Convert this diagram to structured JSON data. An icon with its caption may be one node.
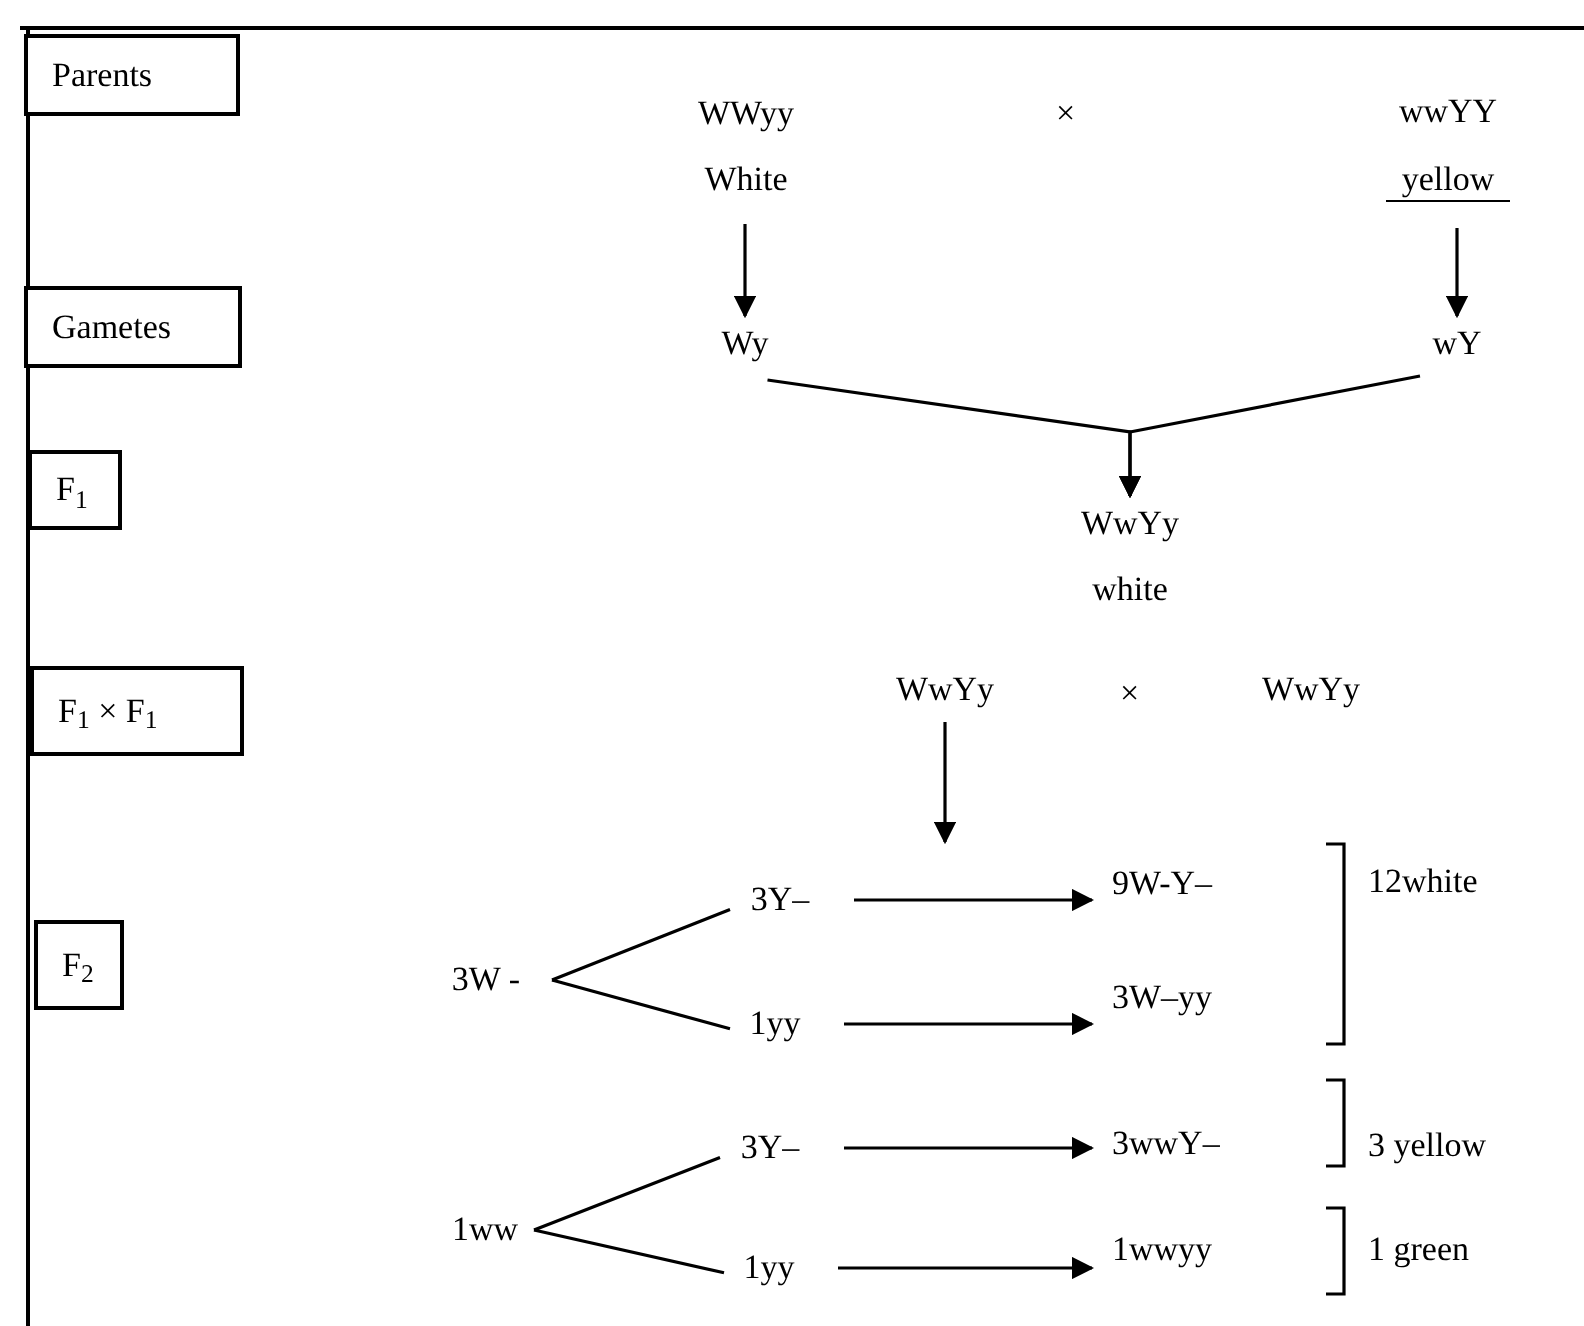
{
  "diagram": {
    "nodes": [
      {
        "text": [
          "Parents"
        ]
      },
      {
        "text": [
          "Gametes"
        ]
      },
      {
        "text": [
          "F$_{1}$"
        ]
      },
      {
        "text": [
          "F$_{1}$ × F$_{1}$"
        ]
      },
      {
        "text": [
          "F$_{2}$"
        ]
      },
      {
        "text": [
          "WWyy",
          "White"
        ]
      },
      {
        "text": [
          "wwYY",
          "yellow"
        ]
      },
      {
        "text": [
          "Wy"
        ]
      },
      {
        "text": [
          "wY"
        ]
      },
      {
        "text": [
          "WwYy",
          "white"
        ]
      },
      {
        "text": [
          "WwYy"
        ]
      },
      {
        "text": [
          "WwYy"
        ]
      },
      {
        "text": [
          "3W -"
        ]
      },
      {
        "text": [
          "3Y–"
        ]
      },
      {
        "text": [
          "1yy"
        ]
      },
      {
        "text": [
          "1ww"
        ]
      },
      {
        "text": [
          "3Y–"
        ]
      },
      {
        "text": [
          "1yy"
        ]
      },
      {
        "text": [
          "9W-Y–"
        ]
      },
      {
        "text": [
          "3W–yy"
        ]
      },
      {
        "text": [
          "3wwY–"
        ]
      },
      {
        "text": [
          "1wwyy"
        ]
      }
    ],
    "edges": [
      {
        "from": 5,
        "to": 7,
        "arrow": "to"
      },
      {
        "from": 6,
        "to": 8,
        "arrow": "to"
      },
      {
        "from": 7,
        "to": 9,
        "arrow": "to"
      },
      {
        "from": 8,
        "to": 9,
        "arrow": "to"
      },
      {
        "from": 10,
        "to": null,
        "arrow": "to"
      },
      {
        "from": 12,
        "to": 13,
        "arrow": "none"
      },
      {
        "from": 12,
        "to": 14,
        "arrow": "none"
      },
      {
        "from": 13,
        "to": 18,
        "arrow": "to"
      },
      {
        "from": 14,
        "to": 19,
        "arrow": "to"
      },
      {
        "from": 15,
        "to": 16,
        "arrow": "none"
      },
      {
        "from": 15,
        "to": 17,
        "arrow": "none"
      },
      {
        "from": 16,
        "to": 20,
        "arrow": "to"
      },
      {
        "from": 17,
        "to": 21,
        "arrow": "to"
      }
    ],
    "labels": [
      "×",
      "×",
      "12white",
      "3 yellow",
      "1 green"
    ]
  }
}
